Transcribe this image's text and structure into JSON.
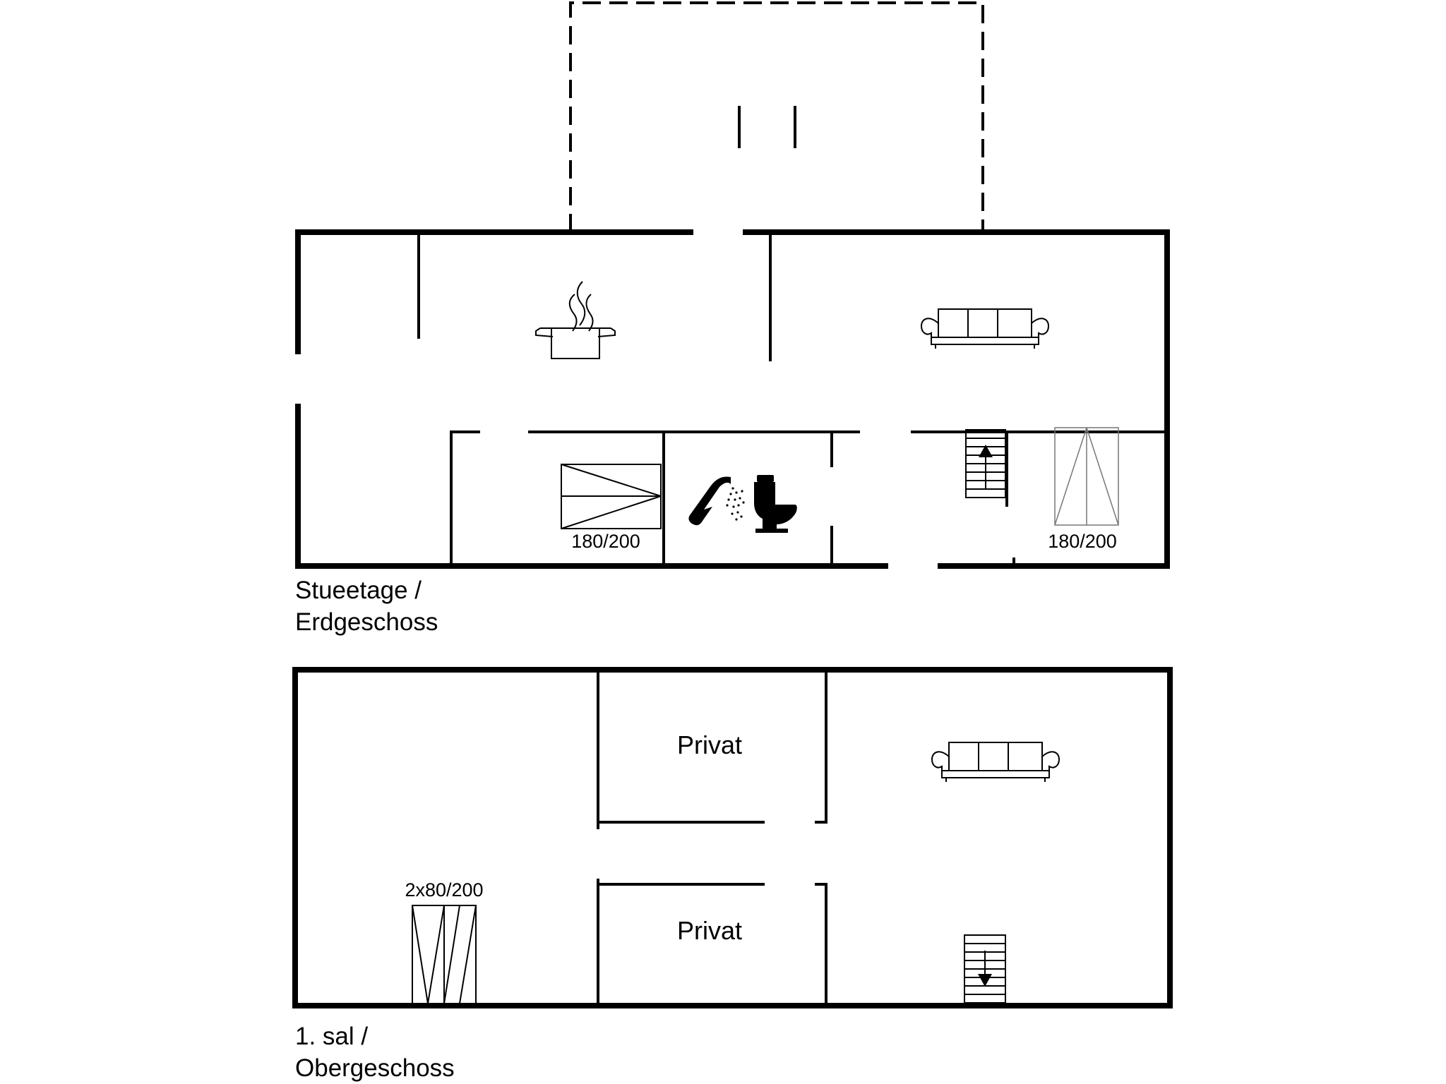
{
  "floors": [
    {
      "label_line1": "Stueetage /",
      "label_line2": "Erdgeschoss",
      "rooms": {
        "kitchen": {
          "icon": "cooking-pot-icon"
        },
        "living": {
          "icon": "sofa-icon"
        },
        "bedroom_1": {
          "bed_label": "180/200",
          "icon": "double-bed-icon"
        },
        "bathroom": {
          "icons": [
            "shower-icon",
            "toilet-icon"
          ]
        },
        "bedroom_2": {
          "bed_label": "180/200",
          "icon": "double-bed-icon"
        },
        "stairs": {
          "icon": "stairs-up-icon"
        }
      }
    },
    {
      "label_line1": "1. sal /",
      "label_line2": "Obergeschoss",
      "rooms": {
        "private_1": {
          "label": "Privat"
        },
        "private_2": {
          "label": "Privat"
        },
        "bedroom_3": {
          "bed_label": "2x80/200",
          "icon": "twin-bed-icon"
        },
        "living": {
          "icon": "sofa-icon"
        },
        "stairs": {
          "icon": "stairs-down-icon"
        }
      }
    }
  ],
  "colors": {
    "walls": "#000000",
    "background": "#ffffff"
  }
}
